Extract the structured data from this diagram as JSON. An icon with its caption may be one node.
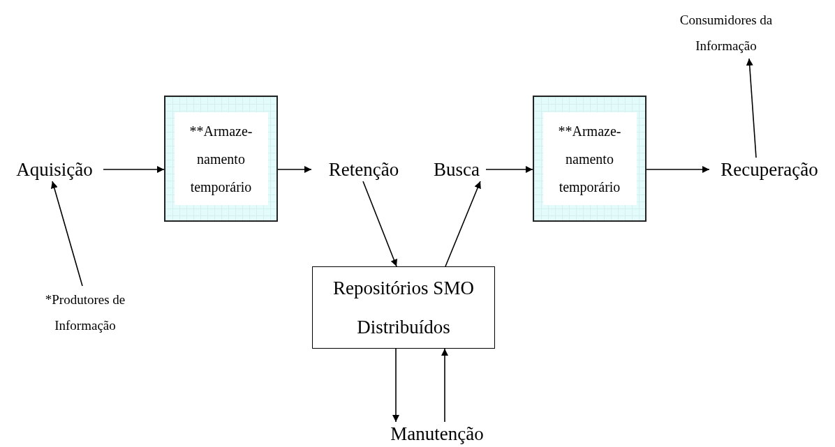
{
  "diagram": {
    "nodes": [
      {
        "text": [
          "Aquisição"
        ]
      },
      {
        "text": [
          "**Armaze- namento temporário"
        ]
      },
      {
        "text": [
          "Retenção"
        ]
      },
      {
        "text": [
          "Busca"
        ]
      },
      {
        "text": [
          "**Armaze- namento temporário"
        ]
      },
      {
        "text": [
          "Recuperação"
        ]
      },
      {
        "text": [
          "Repositórios SMO Distribuídos"
        ]
      },
      {
        "text": [
          "*Produtores de Informação"
        ]
      },
      {
        "text": [
          "Consumidores da Informação"
        ]
      },
      {
        "text": [
          "Manutenção"
        ]
      }
    ],
    "edges": [
      {
        "from": 0,
        "to": 1,
        "arrow": "to"
      },
      {
        "from": 1,
        "to": 2,
        "arrow": "to"
      },
      {
        "from": 2,
        "to": 6,
        "arrow": "to"
      },
      {
        "from": 6,
        "to": 3,
        "arrow": "to"
      },
      {
        "from": 3,
        "to": 4,
        "arrow": "to"
      },
      {
        "from": 4,
        "to": 5,
        "arrow": "to"
      },
      {
        "from": 7,
        "to": 0,
        "arrow": "to"
      },
      {
        "from": 5,
        "to": 8,
        "arrow": "to"
      },
      {
        "from": 6,
        "to": 9,
        "arrow": "to"
      },
      {
        "from": 9,
        "to": 6,
        "arrow": "to"
      }
    ]
  }
}
